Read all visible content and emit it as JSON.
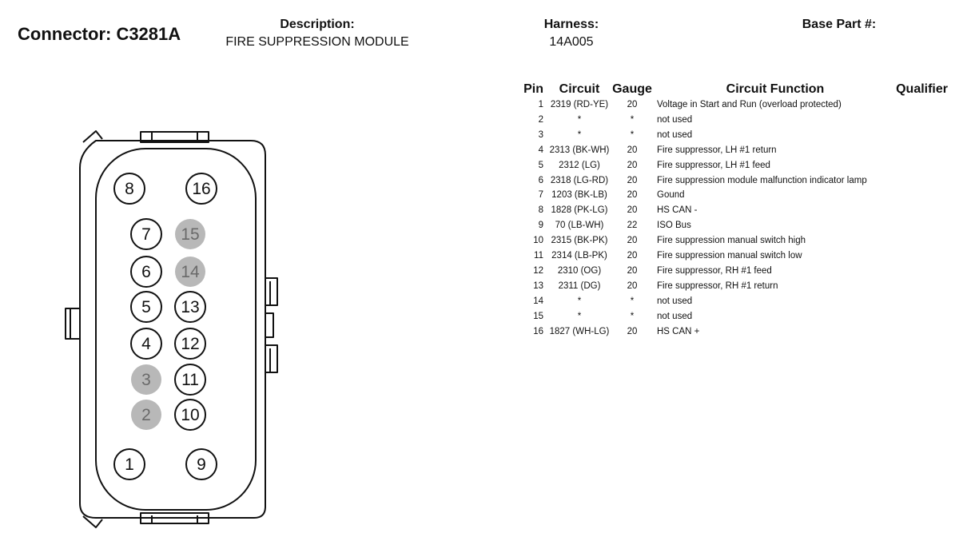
{
  "header": {
    "connector": "Connector: C3281A",
    "description_label": "Description:",
    "description_value": "FIRE SUPPRESSION MODULE",
    "harness_label": "Harness:",
    "harness_value": "14A005",
    "base_part_label": "Base Part #:"
  },
  "table": {
    "headers": {
      "pin": "Pin",
      "circuit": "Circuit",
      "gauge": "Gauge",
      "function": "Circuit Function",
      "qualifier": "Qualifier"
    },
    "rows": [
      {
        "pin": "1",
        "circuit": "2319 (RD-YE)",
        "gauge": "20",
        "function": "Voltage in Start and Run (overload protected)"
      },
      {
        "pin": "2",
        "circuit": "*",
        "gauge": "*",
        "function": "not used"
      },
      {
        "pin": "3",
        "circuit": "*",
        "gauge": "*",
        "function": "not used"
      },
      {
        "pin": "4",
        "circuit": "2313 (BK-WH)",
        "gauge": "20",
        "function": "Fire suppressor, LH #1 return"
      },
      {
        "pin": "5",
        "circuit": "2312 (LG)",
        "gauge": "20",
        "function": "Fire suppressor, LH #1 feed"
      },
      {
        "pin": "6",
        "circuit": "2318 (LG-RD)",
        "gauge": "20",
        "function": "Fire suppression module malfunction indicator lamp"
      },
      {
        "pin": "7",
        "circuit": "1203 (BK-LB)",
        "gauge": "20",
        "function": "Gound"
      },
      {
        "pin": "8",
        "circuit": "1828 (PK-LG)",
        "gauge": "20",
        "function": "HS CAN -"
      },
      {
        "pin": "9",
        "circuit": "70 (LB-WH)",
        "gauge": "22",
        "function": "ISO Bus"
      },
      {
        "pin": "10",
        "circuit": "2315 (BK-PK)",
        "gauge": "20",
        "function": "Fire suppression manual switch high"
      },
      {
        "pin": "11",
        "circuit": "2314 (LB-PK)",
        "gauge": "20",
        "function": "Fire suppression manual switch low"
      },
      {
        "pin": "12",
        "circuit": "2310 (OG)",
        "gauge": "20",
        "function": "Fire suppressor, RH #1 feed"
      },
      {
        "pin": "13",
        "circuit": "2311 (DG)",
        "gauge": "20",
        "function": "Fire suppressor, RH #1 return"
      },
      {
        "pin": "14",
        "circuit": "*",
        "gauge": "*",
        "function": "not used"
      },
      {
        "pin": "15",
        "circuit": "*",
        "gauge": "*",
        "function": "not used"
      },
      {
        "pin": "16",
        "circuit": "1827 (WH-LG)",
        "gauge": "20",
        "function": "HS CAN +"
      }
    ]
  },
  "diagram": {
    "colors": {
      "outline": "#111111",
      "unused_fill": "#b8b8b8",
      "unused_text": "#6a6a6a"
    },
    "pins": [
      {
        "label": "8",
        "used": true
      },
      {
        "label": "16",
        "used": true
      },
      {
        "label": "7",
        "used": true
      },
      {
        "label": "15",
        "used": false
      },
      {
        "label": "6",
        "used": true
      },
      {
        "label": "14",
        "used": false
      },
      {
        "label": "5",
        "used": true
      },
      {
        "label": "13",
        "used": true
      },
      {
        "label": "4",
        "used": true
      },
      {
        "label": "12",
        "used": true
      },
      {
        "label": "3",
        "used": false
      },
      {
        "label": "11",
        "used": true
      },
      {
        "label": "2",
        "used": false
      },
      {
        "label": "10",
        "used": true
      },
      {
        "label": "1",
        "used": true
      },
      {
        "label": "9",
        "used": true
      }
    ]
  }
}
